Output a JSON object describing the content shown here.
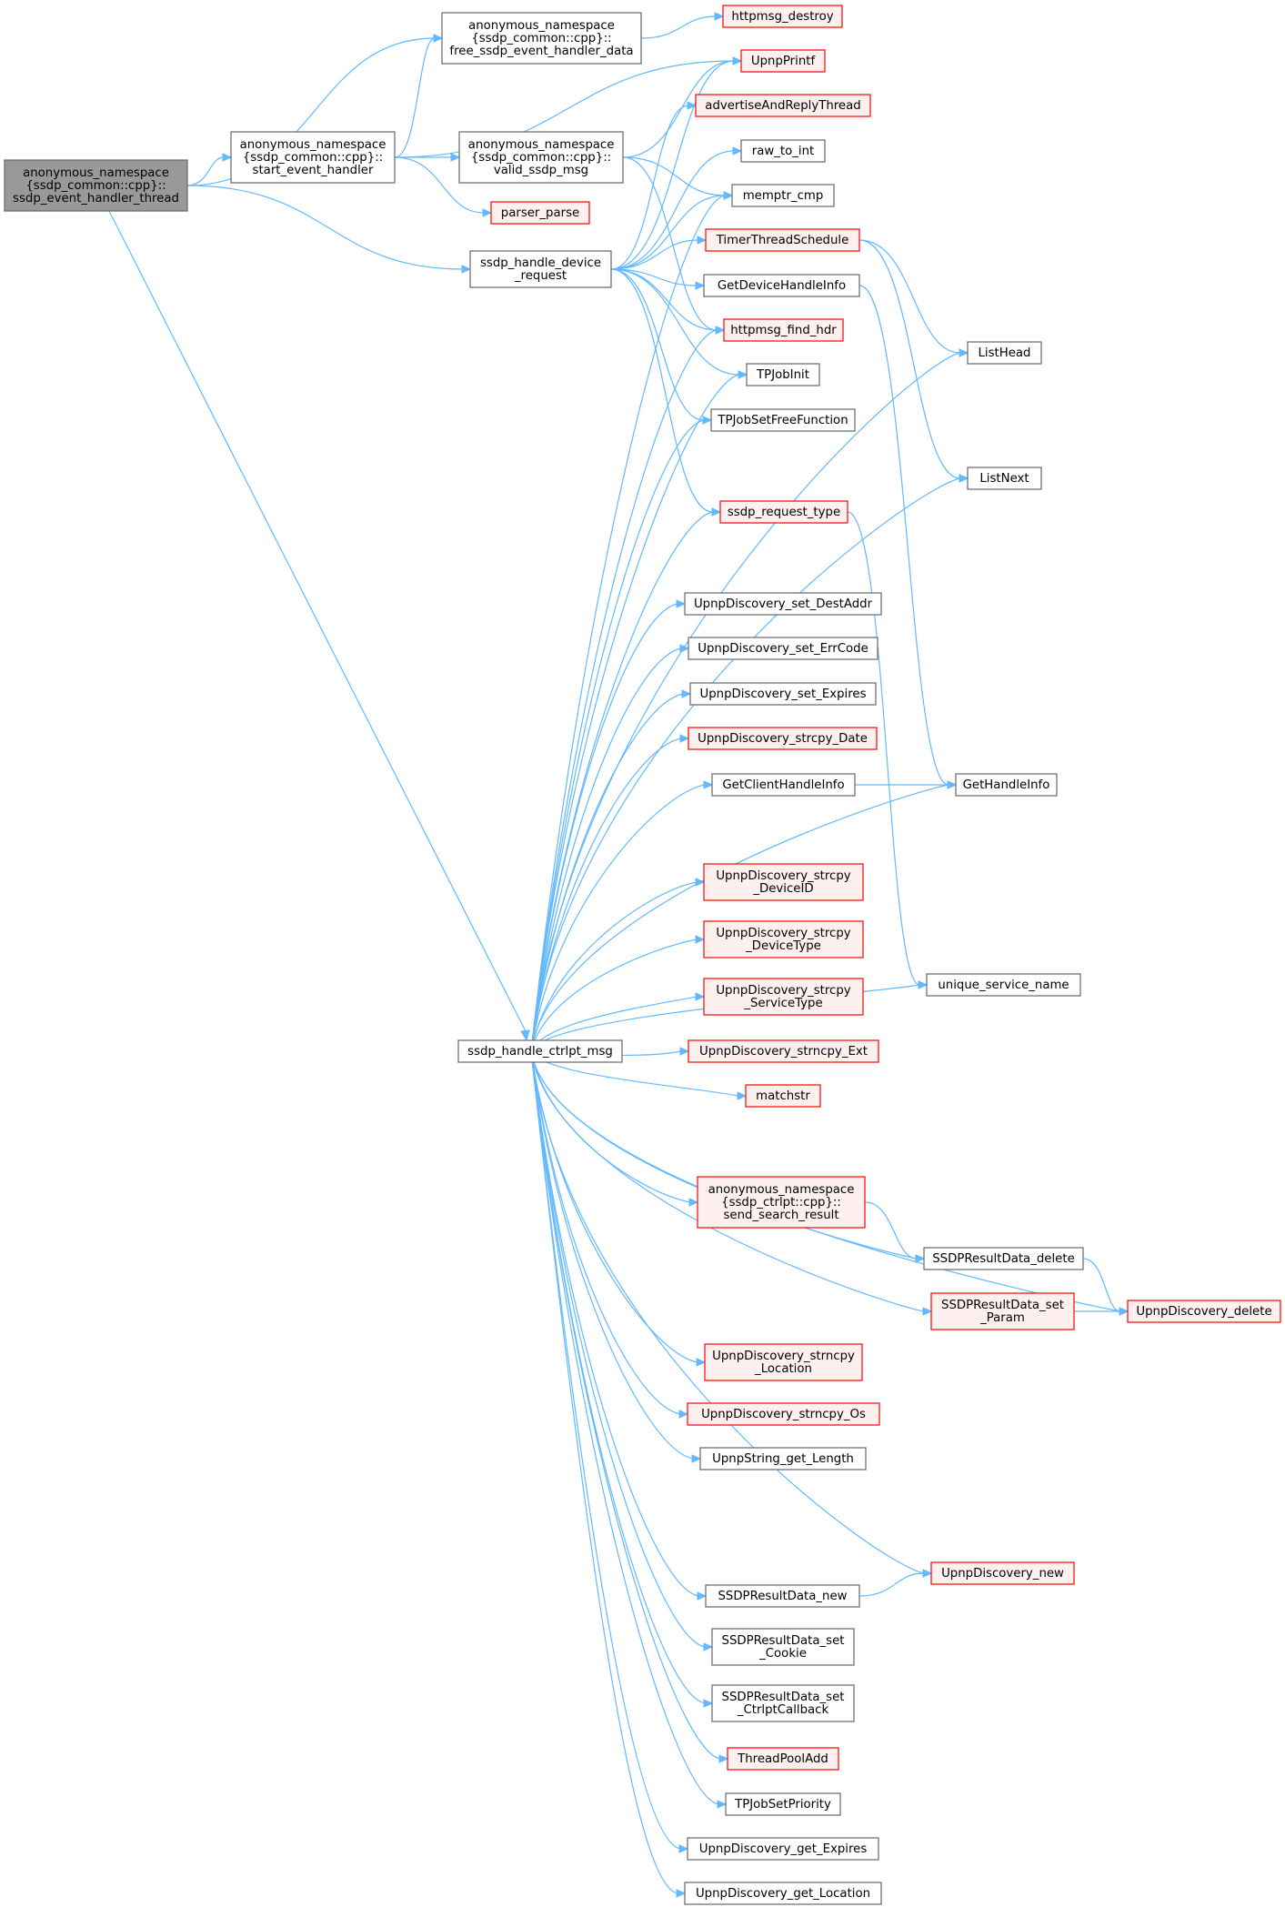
{
  "diagram": {
    "type": "call-graph",
    "colors": {
      "edge": "#63b8ff",
      "root_fill": "#999999",
      "root_border": "#666666",
      "normal_fill": "#ffffff",
      "normal_border": "#666666",
      "missing_fill": "#fff0f0",
      "missing_border": "#ff0000"
    },
    "nodes": [
      {
        "id": "root",
        "style": "root",
        "lines": [
          "anonymous_namespace",
          "{ssdp_common::cpp}::",
          "ssdp_event_handler_thread"
        ]
      },
      {
        "id": "free_data",
        "style": "normal",
        "lines": [
          "anonymous_namespace",
          "{ssdp_common::cpp}::",
          "free_ssdp_event_handler_data"
        ]
      },
      {
        "id": "start_handler",
        "style": "normal",
        "lines": [
          "anonymous_namespace",
          "{ssdp_common::cpp}::",
          "start_event_handler"
        ]
      },
      {
        "id": "valid_msg",
        "style": "normal",
        "lines": [
          "anonymous_namespace",
          "{ssdp_common::cpp}::",
          "valid_ssdp_msg"
        ]
      },
      {
        "id": "handle_device",
        "style": "normal",
        "lines": [
          "ssdp_handle_device",
          "_request"
        ]
      },
      {
        "id": "handle_ctrlpt",
        "style": "normal",
        "lines": [
          "ssdp_handle_ctrlpt_msg"
        ]
      },
      {
        "id": "httpmsg_destroy",
        "style": "red",
        "lines": [
          "httpmsg_destroy"
        ]
      },
      {
        "id": "upnpprintf",
        "style": "red",
        "lines": [
          "UpnpPrintf"
        ]
      },
      {
        "id": "advertise",
        "style": "red",
        "lines": [
          "advertiseAndReplyThread"
        ]
      },
      {
        "id": "raw_to_int",
        "style": "normal",
        "lines": [
          "raw_to_int"
        ]
      },
      {
        "id": "memptr_cmp",
        "style": "normal",
        "lines": [
          "memptr_cmp"
        ]
      },
      {
        "id": "parser_parse",
        "style": "red",
        "lines": [
          "parser_parse"
        ]
      },
      {
        "id": "timer_schedule",
        "style": "red",
        "lines": [
          "TimerThreadSchedule"
        ]
      },
      {
        "id": "get_device_handle",
        "style": "normal",
        "lines": [
          "GetDeviceHandleInfo"
        ]
      },
      {
        "id": "httpmsg_find_hdr",
        "style": "red",
        "lines": [
          "httpmsg_find_hdr"
        ]
      },
      {
        "id": "tpjobinit",
        "style": "normal",
        "lines": [
          "TPJobInit"
        ]
      },
      {
        "id": "tpjobsetfree",
        "style": "normal",
        "lines": [
          "TPJobSetFreeFunction"
        ]
      },
      {
        "id": "ssdp_request_type",
        "style": "red",
        "lines": [
          "ssdp_request_type"
        ]
      },
      {
        "id": "listhead",
        "style": "normal",
        "lines": [
          "ListHead"
        ]
      },
      {
        "id": "listnext",
        "style": "normal",
        "lines": [
          "ListNext"
        ]
      },
      {
        "id": "set_destaddr",
        "style": "normal",
        "lines": [
          "UpnpDiscovery_set_DestAddr"
        ]
      },
      {
        "id": "set_errcode",
        "style": "normal",
        "lines": [
          "UpnpDiscovery_set_ErrCode"
        ]
      },
      {
        "id": "set_expires",
        "style": "normal",
        "lines": [
          "UpnpDiscovery_set_Expires"
        ]
      },
      {
        "id": "strcpy_date",
        "style": "red",
        "lines": [
          "UpnpDiscovery_strcpy_Date"
        ]
      },
      {
        "id": "get_client_handle",
        "style": "normal",
        "lines": [
          "GetClientHandleInfo"
        ]
      },
      {
        "id": "gethandleinfo",
        "style": "normal",
        "lines": [
          "GetHandleInfo"
        ]
      },
      {
        "id": "strcpy_deviceid",
        "style": "red",
        "lines": [
          "UpnpDiscovery_strcpy",
          "_DeviceID"
        ]
      },
      {
        "id": "strcpy_devicetype",
        "style": "red",
        "lines": [
          "UpnpDiscovery_strcpy",
          "_DeviceType"
        ]
      },
      {
        "id": "strcpy_servicetype",
        "style": "red",
        "lines": [
          "UpnpDiscovery_strcpy",
          "_ServiceType"
        ]
      },
      {
        "id": "unique_service",
        "style": "normal",
        "lines": [
          "unique_service_name"
        ]
      },
      {
        "id": "strncpy_ext",
        "style": "red",
        "lines": [
          "UpnpDiscovery_strncpy_Ext"
        ]
      },
      {
        "id": "matchstr",
        "style": "red",
        "lines": [
          "matchstr"
        ]
      },
      {
        "id": "send_search",
        "style": "red",
        "lines": [
          "anonymous_namespace",
          "{ssdp_ctrlpt::cpp}::",
          "send_search_result"
        ]
      },
      {
        "id": "ssdp_result_delete",
        "style": "normal",
        "lines": [
          "SSDPResultData_delete"
        ]
      },
      {
        "id": "ssdp_result_set_param",
        "style": "red",
        "lines": [
          "SSDPResultData_set",
          "_Param"
        ]
      },
      {
        "id": "upnpdiscovery_delete",
        "style": "red",
        "lines": [
          "UpnpDiscovery_delete"
        ]
      },
      {
        "id": "strncpy_location",
        "style": "red",
        "lines": [
          "UpnpDiscovery_strncpy",
          "_Location"
        ]
      },
      {
        "id": "strncpy_os",
        "style": "red",
        "lines": [
          "UpnpDiscovery_strncpy_Os"
        ]
      },
      {
        "id": "upnpstring_len",
        "style": "normal",
        "lines": [
          "UpnpString_get_Length"
        ]
      },
      {
        "id": "upnpdiscovery_new",
        "style": "red",
        "lines": [
          "UpnpDiscovery_new"
        ]
      },
      {
        "id": "ssdp_result_new",
        "style": "normal",
        "lines": [
          "SSDPResultData_new"
        ]
      },
      {
        "id": "set_cookie",
        "style": "normal",
        "lines": [
          "SSDPResultData_set",
          "_Cookie"
        ]
      },
      {
        "id": "set_ctrlptcb",
        "style": "normal",
        "lines": [
          "SSDPResultData_set",
          "_CtrlptCallback"
        ]
      },
      {
        "id": "threadpooladd",
        "style": "red",
        "lines": [
          "ThreadPoolAdd"
        ]
      },
      {
        "id": "tpjobsetprio",
        "style": "normal",
        "lines": [
          "TPJobSetPriority"
        ]
      },
      {
        "id": "get_expires",
        "style": "normal",
        "lines": [
          "UpnpDiscovery_get_Expires"
        ]
      },
      {
        "id": "get_location",
        "style": "normal",
        "lines": [
          "UpnpDiscovery_get_Location"
        ]
      }
    ],
    "edges": [
      [
        "root",
        "free_data"
      ],
      [
        "root",
        "start_handler"
      ],
      [
        "root",
        "handle_device"
      ],
      [
        "root",
        "handle_ctrlpt"
      ],
      [
        "free_data",
        "httpmsg_destroy"
      ],
      [
        "start_handler",
        "free_data"
      ],
      [
        "start_handler",
        "upnpprintf"
      ],
      [
        "start_handler",
        "valid_msg"
      ],
      [
        "start_handler",
        "parser_parse"
      ],
      [
        "valid_msg",
        "upnpprintf"
      ],
      [
        "valid_msg",
        "memptr_cmp"
      ],
      [
        "valid_msg",
        "httpmsg_find_hdr"
      ],
      [
        "handle_device",
        "upnpprintf"
      ],
      [
        "handle_device",
        "advertise"
      ],
      [
        "handle_device",
        "raw_to_int"
      ],
      [
        "handle_device",
        "memptr_cmp"
      ],
      [
        "handle_device",
        "timer_schedule"
      ],
      [
        "handle_device",
        "get_device_handle"
      ],
      [
        "handle_device",
        "httpmsg_find_hdr"
      ],
      [
        "handle_device",
        "tpjobinit"
      ],
      [
        "handle_device",
        "tpjobsetfree"
      ],
      [
        "handle_device",
        "ssdp_request_type"
      ],
      [
        "timer_schedule",
        "listhead"
      ],
      [
        "timer_schedule",
        "listnext"
      ],
      [
        "get_device_handle",
        "gethandleinfo"
      ],
      [
        "ssdp_request_type",
        "unique_service"
      ],
      [
        "get_client_handle",
        "gethandleinfo"
      ],
      [
        "send_search",
        "ssdp_result_delete"
      ],
      [
        "ssdp_result_delete",
        "upnpdiscovery_delete"
      ],
      [
        "ssdp_result_set_param",
        "upnpdiscovery_delete"
      ],
      [
        "ssdp_result_new",
        "upnpdiscovery_new"
      ],
      [
        "handle_ctrlpt",
        "memptr_cmp"
      ],
      [
        "handle_ctrlpt",
        "httpmsg_find_hdr"
      ],
      [
        "handle_ctrlpt",
        "tpjobinit"
      ],
      [
        "handle_ctrlpt",
        "tpjobsetfree"
      ],
      [
        "handle_ctrlpt",
        "listhead"
      ],
      [
        "handle_ctrlpt",
        "ssdp_request_type"
      ],
      [
        "handle_ctrlpt",
        "listnext"
      ],
      [
        "handle_ctrlpt",
        "set_destaddr"
      ],
      [
        "handle_ctrlpt",
        "set_errcode"
      ],
      [
        "handle_ctrlpt",
        "set_expires"
      ],
      [
        "handle_ctrlpt",
        "strcpy_date"
      ],
      [
        "handle_ctrlpt",
        "get_client_handle"
      ],
      [
        "handle_ctrlpt",
        "gethandleinfo"
      ],
      [
        "handle_ctrlpt",
        "strcpy_deviceid"
      ],
      [
        "handle_ctrlpt",
        "strcpy_devicetype"
      ],
      [
        "handle_ctrlpt",
        "strcpy_servicetype"
      ],
      [
        "handle_ctrlpt",
        "strncpy_ext"
      ],
      [
        "handle_ctrlpt",
        "matchstr"
      ],
      [
        "handle_ctrlpt",
        "unique_service"
      ],
      [
        "handle_ctrlpt",
        "send_search"
      ],
      [
        "handle_ctrlpt",
        "ssdp_result_delete"
      ],
      [
        "handle_ctrlpt",
        "ssdp_result_set_param"
      ],
      [
        "handle_ctrlpt",
        "strncpy_location"
      ],
      [
        "handle_ctrlpt",
        "strncpy_os"
      ],
      [
        "handle_ctrlpt",
        "upnpstring_len"
      ],
      [
        "handle_ctrlpt",
        "upnpdiscovery_delete"
      ],
      [
        "handle_ctrlpt",
        "upnpdiscovery_new"
      ],
      [
        "handle_ctrlpt",
        "ssdp_result_new"
      ],
      [
        "handle_ctrlpt",
        "set_cookie"
      ],
      [
        "handle_ctrlpt",
        "set_ctrlptcb"
      ],
      [
        "handle_ctrlpt",
        "threadpooladd"
      ],
      [
        "handle_ctrlpt",
        "tpjobsetprio"
      ],
      [
        "handle_ctrlpt",
        "get_expires"
      ],
      [
        "handle_ctrlpt",
        "get_location"
      ]
    ]
  }
}
